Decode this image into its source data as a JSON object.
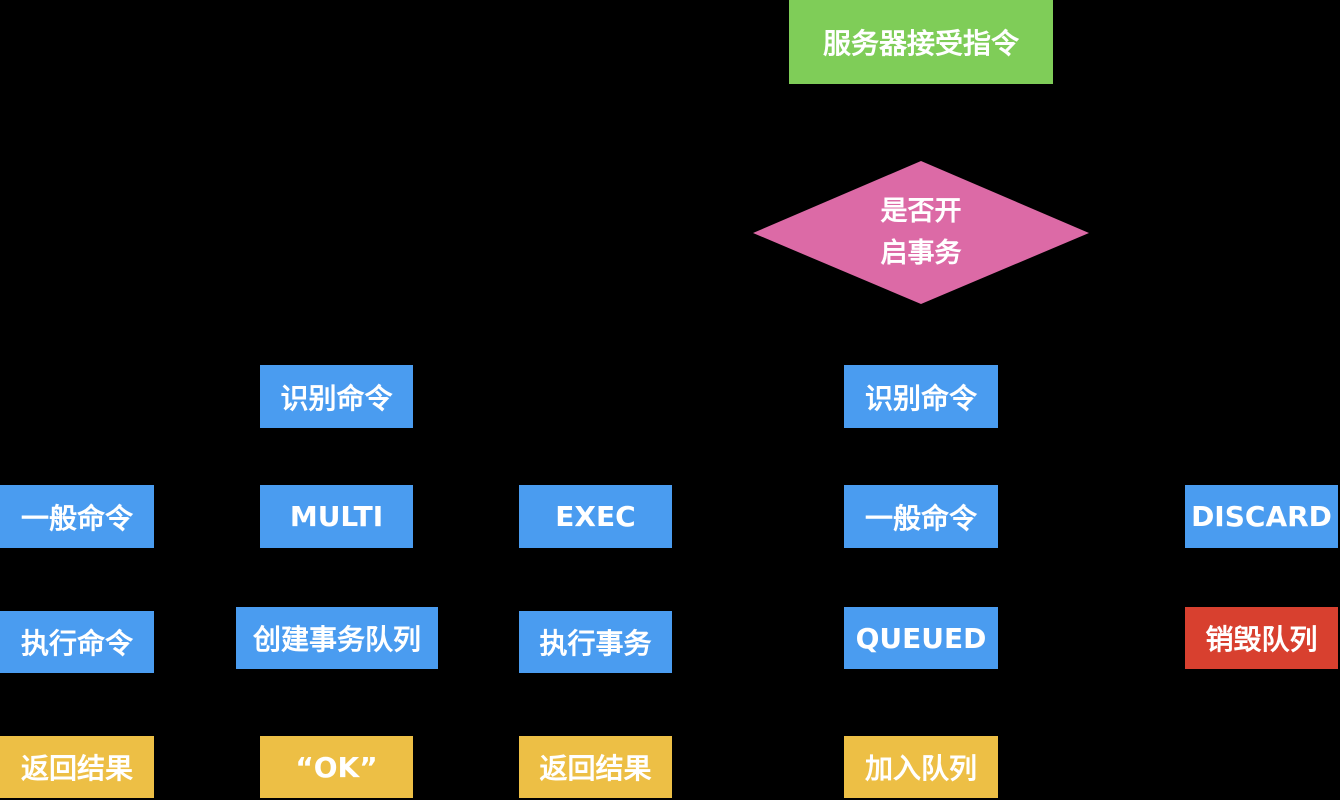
{
  "start": "服务器接受指令",
  "decision": {
    "line1": "是否开",
    "line2": "启事务"
  },
  "left_branch": {
    "identify": "识别命令",
    "normal": {
      "type": "一般命令",
      "action": "执行命令",
      "result": "返回结果"
    },
    "multi": {
      "type": "MULTI",
      "action": "创建事务队列",
      "result": "“OK”"
    },
    "exec": {
      "type": "EXEC",
      "action": "执行事务",
      "result": "返回结果"
    }
  },
  "right_branch": {
    "identify": "识别命令",
    "normal": {
      "type": "一般命令",
      "action": "QUEUED",
      "result": "加入队列"
    },
    "discard": {
      "type": "DISCARD",
      "action": "销毁队列"
    }
  },
  "colors": {
    "process": "#4a9cf0",
    "start": "#7fcd58",
    "decision": "#dc6aa6",
    "result": "#edbf45",
    "destroy": "#d8402f"
  }
}
